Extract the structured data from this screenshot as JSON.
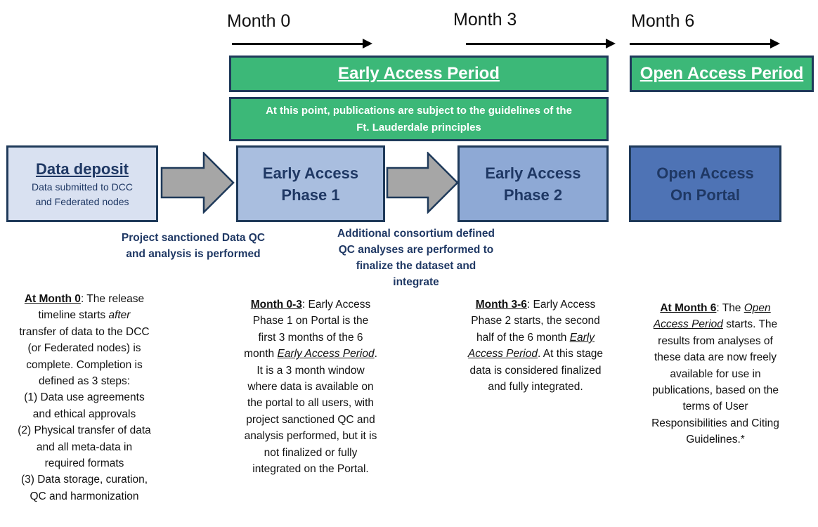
{
  "months": [
    "Month 0",
    "Month 3",
    "Month 6"
  ],
  "periods": {
    "early": "Early Access Period",
    "open": "Open Access Period",
    "note_line1": "At this point, publications are  subject to the guidelines of the",
    "note_line2": "Ft. Lauderdale principles"
  },
  "boxes": {
    "deposit": {
      "title": "Data deposit",
      "sub1": "Data submitted to DCC",
      "sub2": "and Federated nodes"
    },
    "phase1": {
      "title1": "Early Access",
      "title2": "Phase 1"
    },
    "phase2": {
      "title1": "Early Access",
      "title2": "Phase 2"
    },
    "open": {
      "title1": "Open Access",
      "title2": "On Portal"
    }
  },
  "notes": {
    "qc1": [
      "Project sanctioned  Data QC",
      "and analysis is performed"
    ],
    "qc2": [
      "Additional  consortium  defined",
      "QC  analyses are performed to",
      "finalize the dataset and",
      "integrate"
    ]
  },
  "descriptions": {
    "col0": {
      "head": "At Month 0",
      "l1": ": The release",
      "l2a": "timeline starts ",
      "l2i": "after",
      "l3": "transfer of data to the DCC",
      "l4": "(or Federated nodes) is",
      "l5": "complete. Completion is",
      "l6": "defined as 3 steps:",
      "l7": "(1)  Data use agreements",
      "l8": "and ethical approvals",
      "l9": "(2)  Physical transfer of data",
      "l10": "and all meta-data in",
      "l11": "required formats",
      "l12": "(3)  Data storage, curation,",
      "l13": "QC and harmonization"
    },
    "col1": {
      "head": "Month 0-3",
      "l1": ": Early Access",
      "l2": "Phase 1 on Portal is the",
      "l3": "first 3 months of the 6",
      "l4a": "month ",
      "l4i": "Early Access Period",
      "l4b": ".",
      "l5": "It is a 3 month window",
      "l6": "where data is available on",
      "l7": "the portal to all users, with",
      "l8": "project sanctioned QC and",
      "l9": "analysis performed, but it is",
      "l10": "not  finalized or fully",
      "l11": "integrated on the Portal."
    },
    "col2": {
      "head": "Month 3-6",
      "l1": ": Early Access",
      "l2": "Phase 2 starts, the second",
      "l3a": "half of the 6 month ",
      "l3i": "Early",
      "l4i": "Access Period",
      "l4b": ". At this stage",
      "l5": "data is considered finalized",
      "l6": "and fully integrated."
    },
    "col3": {
      "head": "At Month 6",
      "l1a": ": The ",
      "l1i": "Open",
      "l2i": "Access Period",
      "l2b": " starts. The",
      "l3": "results from analyses of",
      "l4": "these data are now freely",
      "l5": "available for use in",
      "l6": "publications, based on the",
      "l7": "terms of User",
      "l8": "Responsibilities and Citing",
      "l9": "Guidelines.*"
    }
  },
  "colors": {
    "green": "#3cb878",
    "border": "#1f3a5a",
    "deposit": "#d9e1f1",
    "phase1": "#a9bedf",
    "phase2": "#8ea9d5",
    "open": "#4e73b5",
    "gray_arrow": "#a6a6a6",
    "text_blue": "#1f3864"
  }
}
